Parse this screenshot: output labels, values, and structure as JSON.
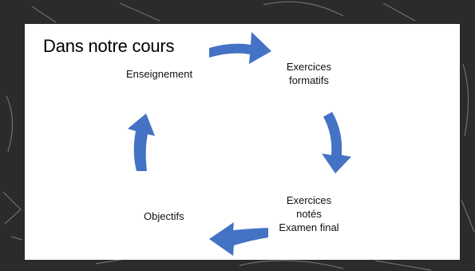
{
  "slide": {
    "title": "Dans notre cours",
    "nodes": {
      "teaching": "Enseignement",
      "formative_line1": "Exercices",
      "formative_line2": "formatifs",
      "graded_line1": "Exercices",
      "graded_line2": "notés",
      "graded_line3": "Examen final",
      "objectives": "Objectifs"
    }
  },
  "colors": {
    "arrow": "#4472c4",
    "panel": "#ffffff",
    "background": "#2a2b2c"
  }
}
